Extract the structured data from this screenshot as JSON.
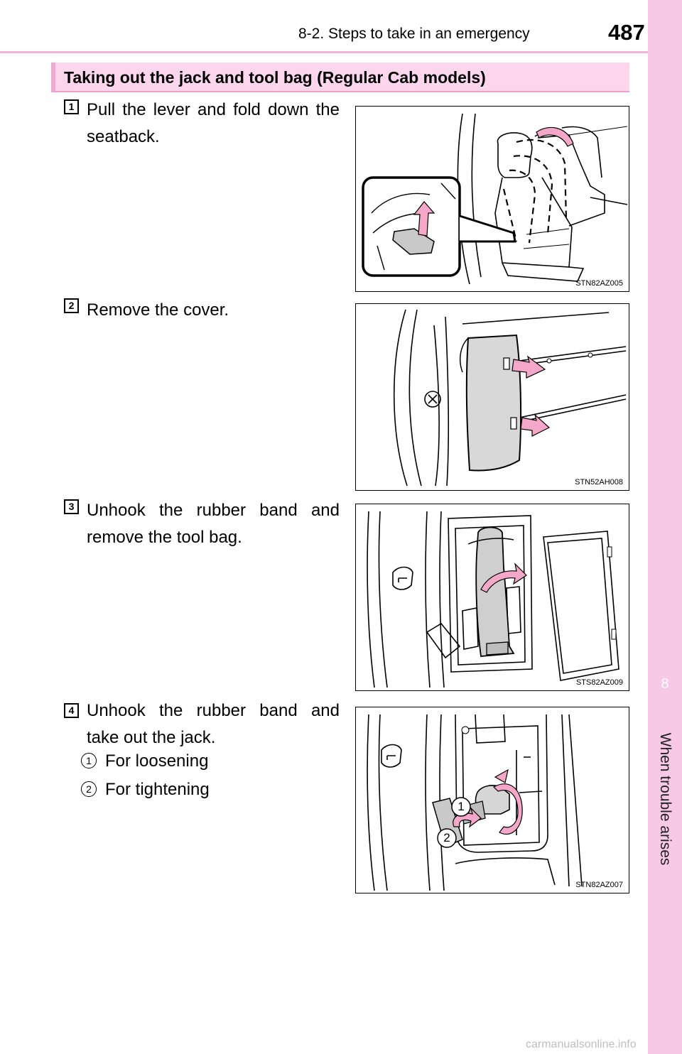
{
  "header": {
    "title": "8-2. Steps to take in an emergency",
    "page_number": "487"
  },
  "side_tab": {
    "chapter_number": "8",
    "label": "When trouble arises"
  },
  "section": {
    "title": "Taking out the jack and tool bag (Regular Cab models)"
  },
  "steps": [
    {
      "number": "1",
      "text": "Pull the lever and fold down the seatback.",
      "figure_code": "STN82AZ005"
    },
    {
      "number": "2",
      "text": "Remove the cover.",
      "figure_code": "STN52AH008"
    },
    {
      "number": "3",
      "text": "Unhook the rubber band and remove the tool bag.",
      "figure_code": "STS82AZ009"
    },
    {
      "number": "4",
      "text": "Unhook the rubber band and take out the jack.",
      "figure_code": "STN82AZ007",
      "sub_items": [
        {
          "number": "1",
          "text": "For loosening"
        },
        {
          "number": "2",
          "text": "For tightening"
        }
      ]
    }
  ],
  "colors": {
    "accent_pink": "#f7c9e6",
    "arrow_pink": "#f4a7c8"
  },
  "watermark": "carmanualsonline.info"
}
